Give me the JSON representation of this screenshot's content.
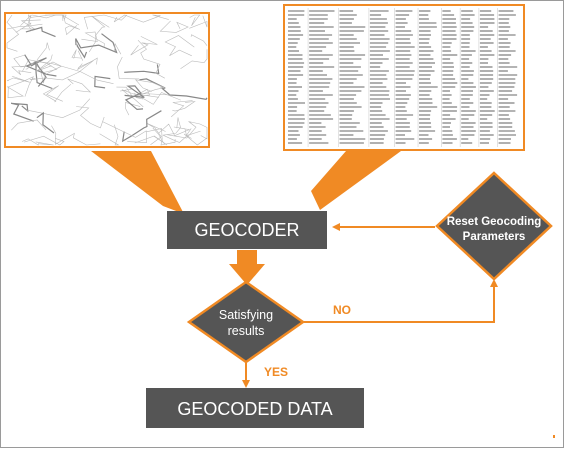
{
  "colors": {
    "orange": "#f08a24",
    "box_fill": "#555555",
    "map_line": "#aaaaaa",
    "table_line": "#9c9c9c",
    "background": "#ffffff"
  },
  "nodes": {
    "geocoder": {
      "label": "GEOCODER"
    },
    "decision": {
      "line1": "Satisfying",
      "line2": "results"
    },
    "reset": {
      "line1": "Reset Geocoding",
      "line2": "Parameters"
    },
    "geocoded": {
      "label": "GEOCODED DATA"
    }
  },
  "edges": {
    "no_label": "NO",
    "yes_label": "YES"
  },
  "inputs": {
    "map_image": "road-map",
    "table_image": "address-table"
  }
}
